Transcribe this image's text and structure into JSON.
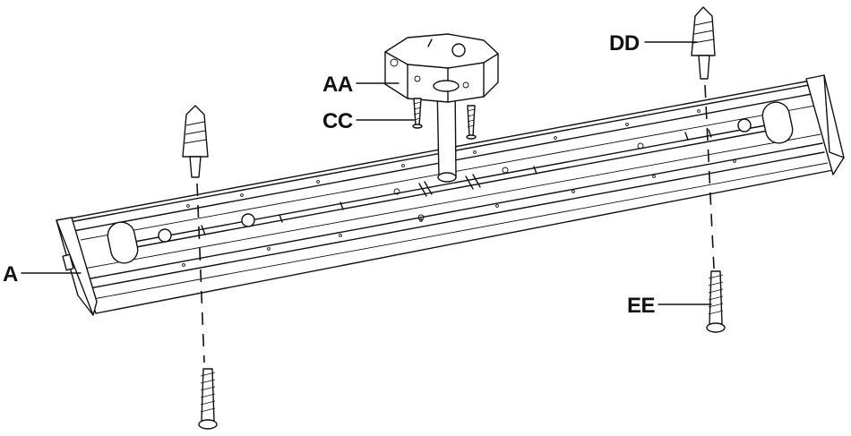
{
  "labels": {
    "aa": "AA",
    "cc": "CC",
    "dd": "DD",
    "a": "A",
    "ee": "EE"
  },
  "colors": {
    "ink": "#111111",
    "paper": "#ffffff"
  },
  "icons": {
    "junction_box": "junction-box-icon",
    "fixture": "light-fixture-housing-icon",
    "anchor": "wall-anchor-icon",
    "screw": "wood-screw-icon",
    "machine_screw": "machine-screw-icon",
    "wire": "supply-wire-icon"
  }
}
